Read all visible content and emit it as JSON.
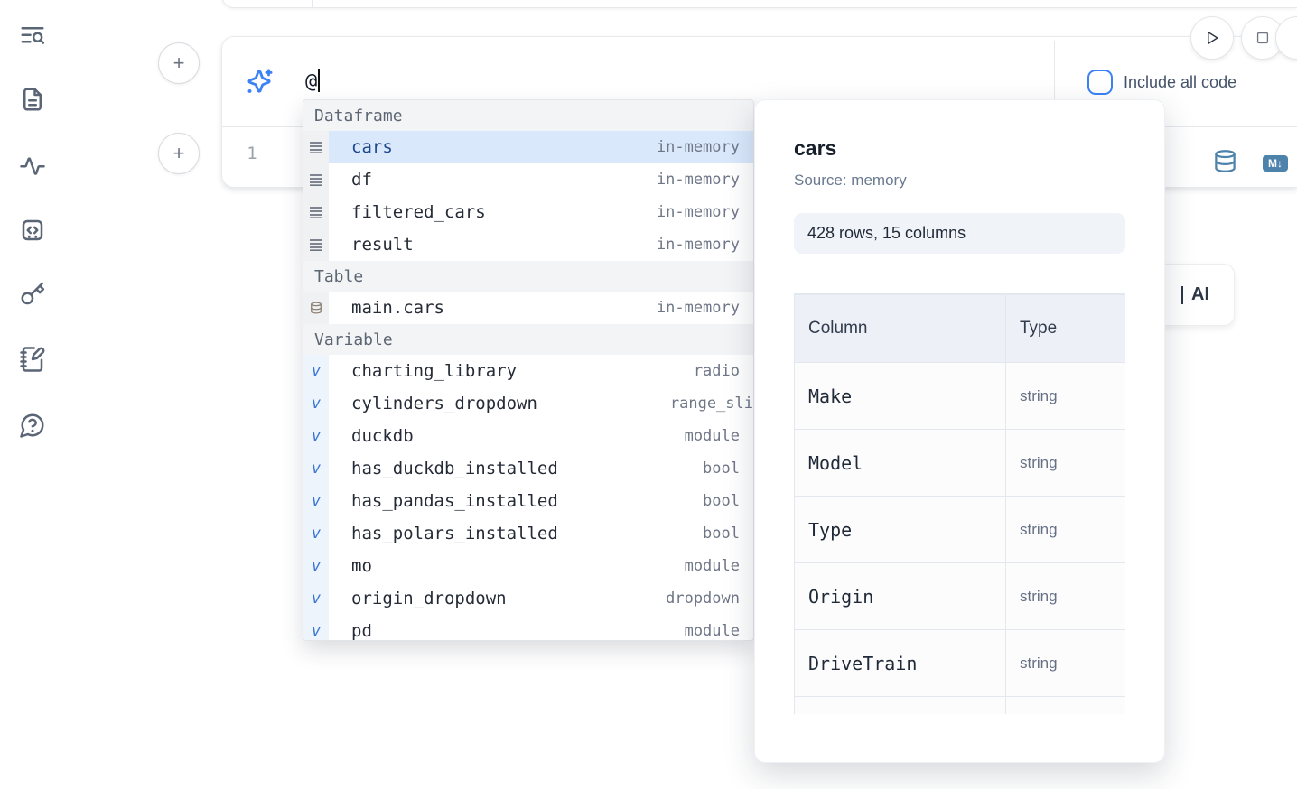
{
  "colors": {
    "accent": "#3b82f6",
    "steel_blue": "#4d82ab",
    "selected_row_bg": "#d9e8fb"
  },
  "sidebar": {
    "items": [
      {
        "icon": "list-search-icon"
      },
      {
        "icon": "file-text-icon"
      },
      {
        "icon": "activity-icon"
      },
      {
        "icon": "code-block-icon"
      },
      {
        "icon": "key-icon"
      },
      {
        "icon": "notebook-pen-icon"
      },
      {
        "icon": "help-chat-icon"
      }
    ]
  },
  "toolbar": {
    "run_icon": "play-icon",
    "stop_icon": "stop-icon"
  },
  "prompt_cell": {
    "input_value": "@",
    "include_all_code_label": "Include all code",
    "checkbox_checked": false,
    "markdown_badge": "M↓"
  },
  "code_cell": {
    "line_number": "1"
  },
  "autocomplete": {
    "sections": [
      {
        "label": "Dataframe",
        "icon": "dataframe-rows-icon",
        "items": [
          {
            "name": "cars",
            "type": "in-memory",
            "selected": true
          },
          {
            "name": "df",
            "type": "in-memory"
          },
          {
            "name": "filtered_cars",
            "type": "in-memory"
          },
          {
            "name": "result",
            "type": "in-memory"
          }
        ]
      },
      {
        "label": "Table",
        "icon": "table-database-icon",
        "items": [
          {
            "name": "main.cars",
            "type": "in-memory"
          }
        ]
      },
      {
        "label": "Variable",
        "icon": "variable-v-icon",
        "items": [
          {
            "name": "charting_library",
            "type": "radio"
          },
          {
            "name": "cylinders_dropdown",
            "type": "range_sli",
            "clip": true
          },
          {
            "name": "duckdb",
            "type": "module"
          },
          {
            "name": "has_duckdb_installed",
            "type": "bool"
          },
          {
            "name": "has_pandas_installed",
            "type": "bool"
          },
          {
            "name": "has_polars_installed",
            "type": "bool"
          },
          {
            "name": "mo",
            "type": "module"
          },
          {
            "name": "origin_dropdown",
            "type": "dropdown"
          },
          {
            "name": "pd",
            "type": "module",
            "partial": true
          }
        ]
      }
    ]
  },
  "preview": {
    "title": "cars",
    "source": "Source: memory",
    "shape": "428 rows, 15 columns",
    "table": {
      "headers": [
        "Column",
        "Type"
      ],
      "rows": [
        [
          "Make",
          "string"
        ],
        [
          "Model",
          "string"
        ],
        [
          "Type",
          "string"
        ],
        [
          "Origin",
          "string"
        ],
        [
          "DriveTrain",
          "string"
        ]
      ]
    }
  },
  "ai_button": {
    "visible_label": "AI"
  }
}
